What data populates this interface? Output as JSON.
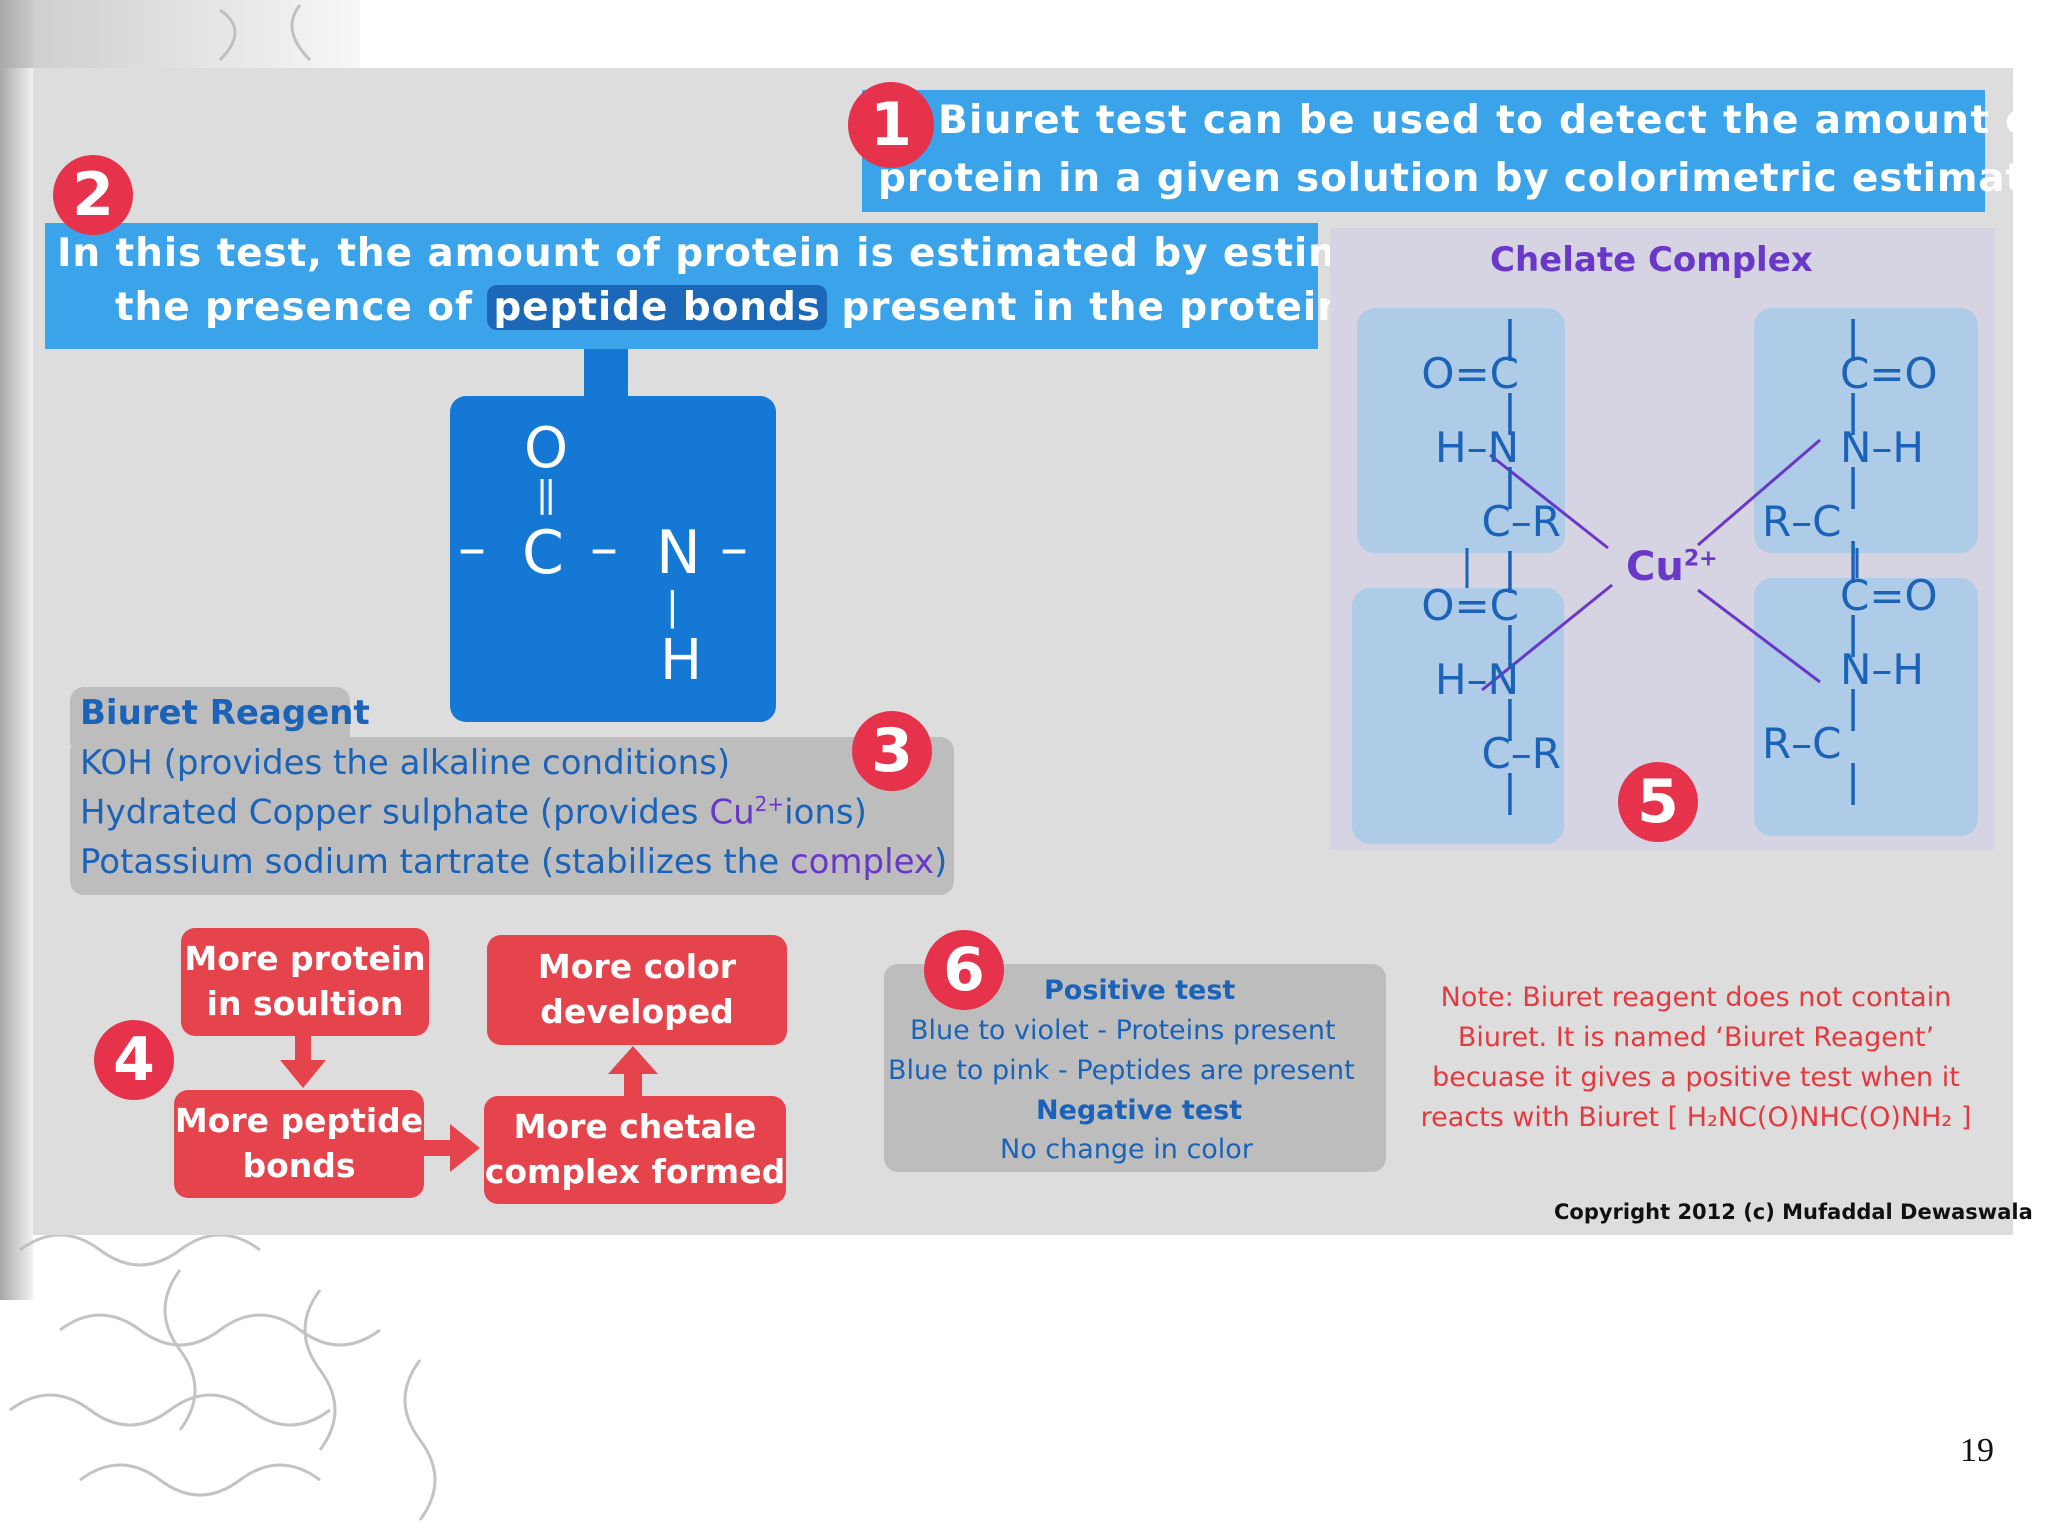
{
  "slide": {
    "page_number": "19",
    "copyright": "Copyright 2012 (c) Mufaddal Dewaswala"
  },
  "colors": {
    "card_bg": "#dddddd",
    "blue": "#3aa3ea",
    "dark_blue": "#1478d4",
    "red": "#e5444c",
    "badge_red": "#e6324a",
    "purple": "#6a38c8",
    "text_blue": "#1a63b8",
    "gray_box": "#bdbdbd"
  },
  "box1": {
    "badge": "1",
    "line1": "Biuret test can be used to detect the amount of",
    "line2": "protein in a given solution by colorimetric estimation."
  },
  "box2": {
    "badge": "2",
    "line1": "In this test, the amount of protein is estimated by estimating",
    "line2_pre": "the presence of",
    "line2_highlight": "peptide bonds",
    "line2_post": "present in the proteins."
  },
  "peptide": {
    "o": "O",
    "double_bond": "||",
    "c": "C",
    "n": "N",
    "h": "H",
    "dash_left": "–",
    "dash_mid": "–",
    "dash_right": "–",
    "bond_v": "|"
  },
  "reagent": {
    "badge": "3",
    "title": "Biuret Reagent",
    "line1": "KOH (provides the alkaline conditions)",
    "line2_pre": "Hydrated Copper sulphate (provides ",
    "line2_cu": "Cu",
    "line2_sup": "2+",
    "line2_post": "ions)",
    "line3_pre": "Potassium sodium tartrate (stabilizes the ",
    "line3_highlight": "complex",
    "line3_post": ")"
  },
  "chelate": {
    "title": "Chelate Complex",
    "badge": "5",
    "cu": "Cu",
    "cu_charge": "2+",
    "left_top": [
      "|",
      "O=C",
      "|",
      "H–N",
      "|",
      "C–R"
    ],
    "left_bottom": [
      "|",
      "O=C",
      "|",
      "H–N",
      "|",
      "C–R",
      "|"
    ],
    "right_top": [
      "|",
      "C=O",
      "|",
      "N–H",
      "|",
      "R–C"
    ],
    "right_bottom": [
      "|",
      "C=O",
      "|",
      "N–H",
      "|",
      "R–C",
      "|"
    ]
  },
  "flow": {
    "badge": "4",
    "box_a": [
      "More protein",
      "in soultion"
    ],
    "box_b": [
      "More peptide",
      "bonds"
    ],
    "box_c": [
      "More chetale",
      "complex formed"
    ],
    "box_d": [
      "More color",
      "developed"
    ]
  },
  "result": {
    "badge": "6",
    "positive_title": "Positive test",
    "positive_1": "Blue to violet - Proteins  present",
    "positive_2": "Blue to pink - Peptides are present",
    "negative_title": "Negative test",
    "negative_1": "No change in color"
  },
  "note": {
    "line1": "Note: Biuret reagent does not contain",
    "line2": "Biuret. It is named ‘Biuret Reagent’",
    "line3": "becuase it gives a positive test when it",
    "line4": "reacts with Biuret [ H₂NC(O)NHC(O)NH₂ ]"
  }
}
